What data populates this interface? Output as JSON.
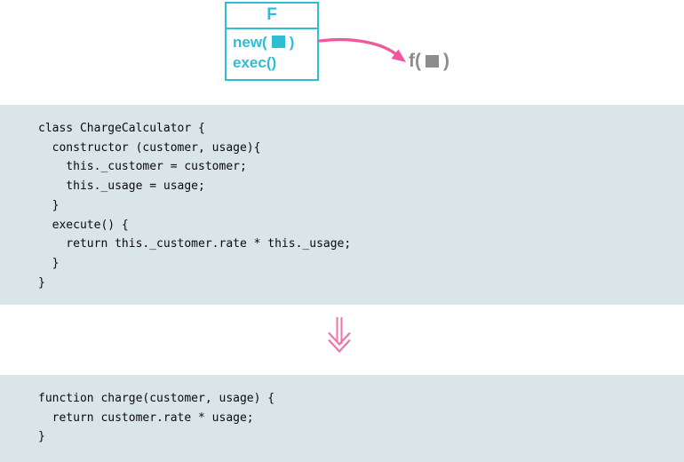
{
  "colors": {
    "cyan": "#2fbdd4",
    "pink": "#f2579e",
    "pink_soft": "#ef76ad",
    "gray": "#8d8d8d",
    "code_bg": "#dae5ea"
  },
  "icons": {
    "parameter_square": "filled-square",
    "instantiation_arrow": "curved-arrow-right-down",
    "transform_arrow": "double-chevron-down-arrow"
  },
  "diagram": {
    "class_box": {
      "title": "F",
      "method_new_prefix": "new(",
      "method_new_suffix": ")",
      "method_exec": "exec()"
    },
    "result_label": {
      "prefix": "f(",
      "suffix": ")"
    }
  },
  "code_blocks": [
    {
      "code": "class ChargeCalculator {\n  constructor (customer, usage){\n    this._customer = customer;\n    this._usage = usage;\n  }\n  execute() {\n    return this._customer.rate * this._usage;\n  }\n}"
    },
    {
      "code": "function charge(customer, usage) {\n  return customer.rate * usage;\n}"
    }
  ]
}
